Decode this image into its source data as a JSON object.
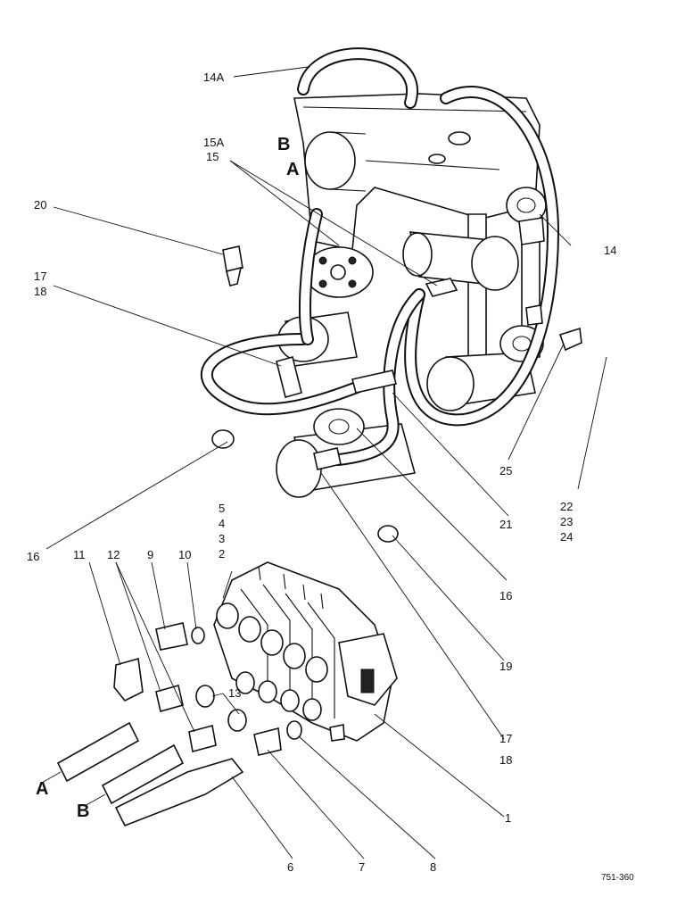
{
  "callouts": {
    "c14a": "14A",
    "c15a": "15A",
    "c15": "15",
    "c14": "14",
    "c20": "20",
    "c17a": "17",
    "c18a": "18",
    "c25": "25",
    "c21": "21",
    "c22": "22",
    "c23": "23",
    "c24": "24",
    "c16a": "16",
    "c16b": "16",
    "c5": "5",
    "c4": "4",
    "c3": "3",
    "c2": "2",
    "c11": "11",
    "c12": "12",
    "c9": "9",
    "c10": "10",
    "c13": "13",
    "c19": "19",
    "c17b": "17",
    "c18b": "18",
    "c1": "1",
    "c6": "6",
    "c7": "7",
    "c8": "8"
  },
  "port_labels": {
    "b_upper": "B",
    "a_upper": "A",
    "a_lower": "A",
    "b_lower": "B"
  },
  "figure_code": "751-360"
}
